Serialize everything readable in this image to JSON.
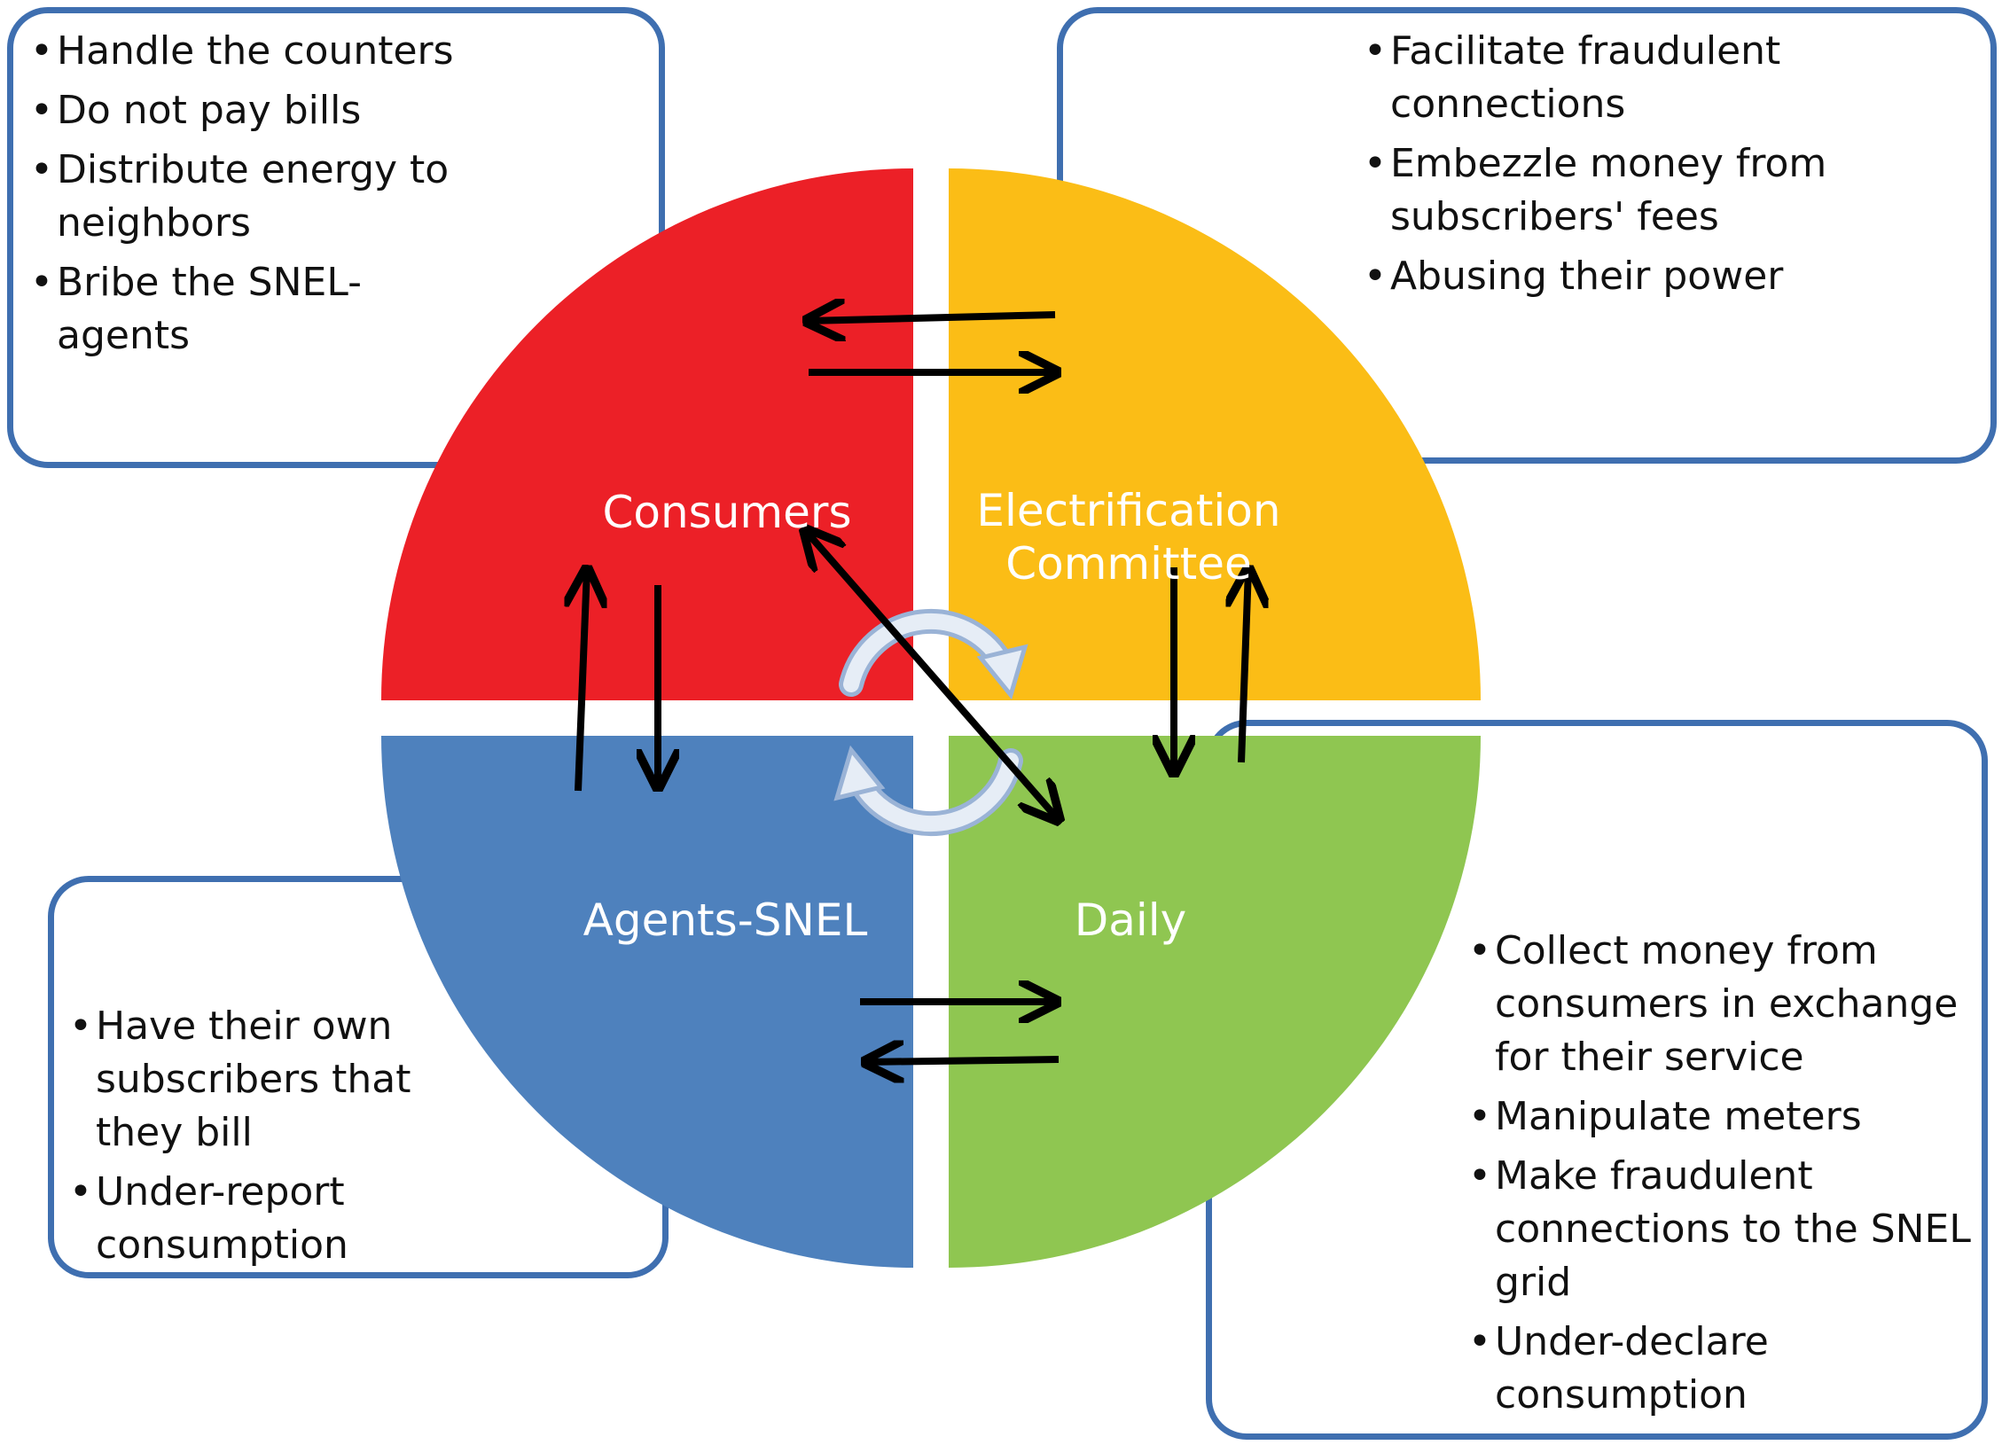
{
  "quadrants": {
    "consumers": {
      "label": "Consumers",
      "color": "#ec2027"
    },
    "committee": {
      "label_line1": "Electrification",
      "label_line2": "Committee",
      "color": "#fbbd16"
    },
    "agents": {
      "label": "Agents-SNEL",
      "color": "#4e81bd"
    },
    "daily": {
      "label": "Daily",
      "color": "#8fc651"
    }
  },
  "boxes": {
    "consumers": {
      "items": [
        "Handle the counters",
        "Do not pay bills",
        "Distribute energy to neighbors",
        "Bribe the SNEL-agents"
      ]
    },
    "committee": {
      "items": [
        "Facilitate fraudulent connections",
        "Embezzle money from subscribers' fees",
        "Abusing their power"
      ]
    },
    "agents": {
      "items": [
        "Have their own subscribers that they bill",
        "Under-report consumption"
      ]
    },
    "daily": {
      "items": [
        "Collect money from consumers in exchange for their service",
        "Manipulate meters",
        "Make fraudulent connections to the SNEL grid",
        "Under-declare consumption"
      ]
    }
  },
  "colors": {
    "border": "#3f6fb0",
    "arrow": "#000000",
    "cycle": "#dfe8f3"
  }
}
